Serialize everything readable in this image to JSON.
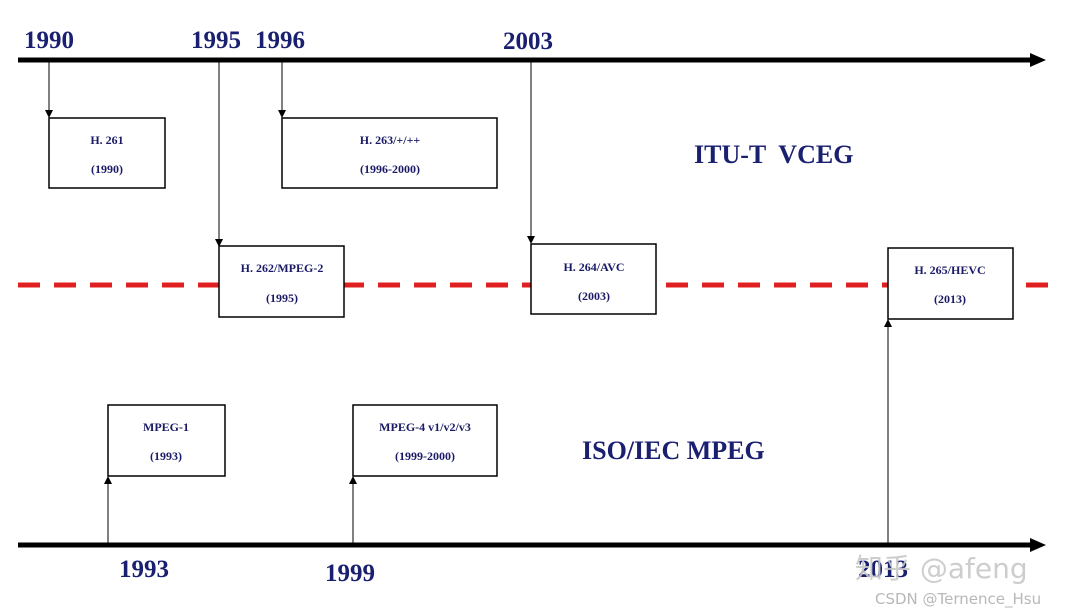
{
  "colors": {
    "timeline": "#000000",
    "divider": "#e02020",
    "year_top": "#1a2070",
    "year_bottom": "#1a2070",
    "group": "#1a2070",
    "box_text": "#1a1a66",
    "watermark": "#c8c8c8"
  },
  "top_timeline": {
    "years": [
      "1990",
      "1995",
      "1996",
      "2003"
    ]
  },
  "bottom_timeline": {
    "years": [
      "1993",
      "1999",
      "2013"
    ]
  },
  "groups": {
    "itu": "ITU-T  VCEG",
    "iso": "ISO/IEC MPEG"
  },
  "boxes": {
    "h261": {
      "name": "H. 261",
      "years": "(1990)"
    },
    "h263": {
      "name": "H. 263/+/++",
      "years": "(1996-2000)"
    },
    "h262": {
      "name": "H. 262/MPEG-2",
      "years": "(1995)"
    },
    "h264": {
      "name": "H. 264/AVC",
      "years": "(2003)"
    },
    "h265": {
      "name": "H. 265/HEVC",
      "years": "(2013)"
    },
    "mpeg1": {
      "name": "MPEG-1",
      "years": "(1993)"
    },
    "mpeg4": {
      "name": "MPEG-4  v1/v2/v3",
      "years": "(1999-2000)"
    }
  },
  "watermarks": {
    "zhihu": "知乎 @afeng",
    "csdn": "CSDN @Ternence_Hsu"
  }
}
